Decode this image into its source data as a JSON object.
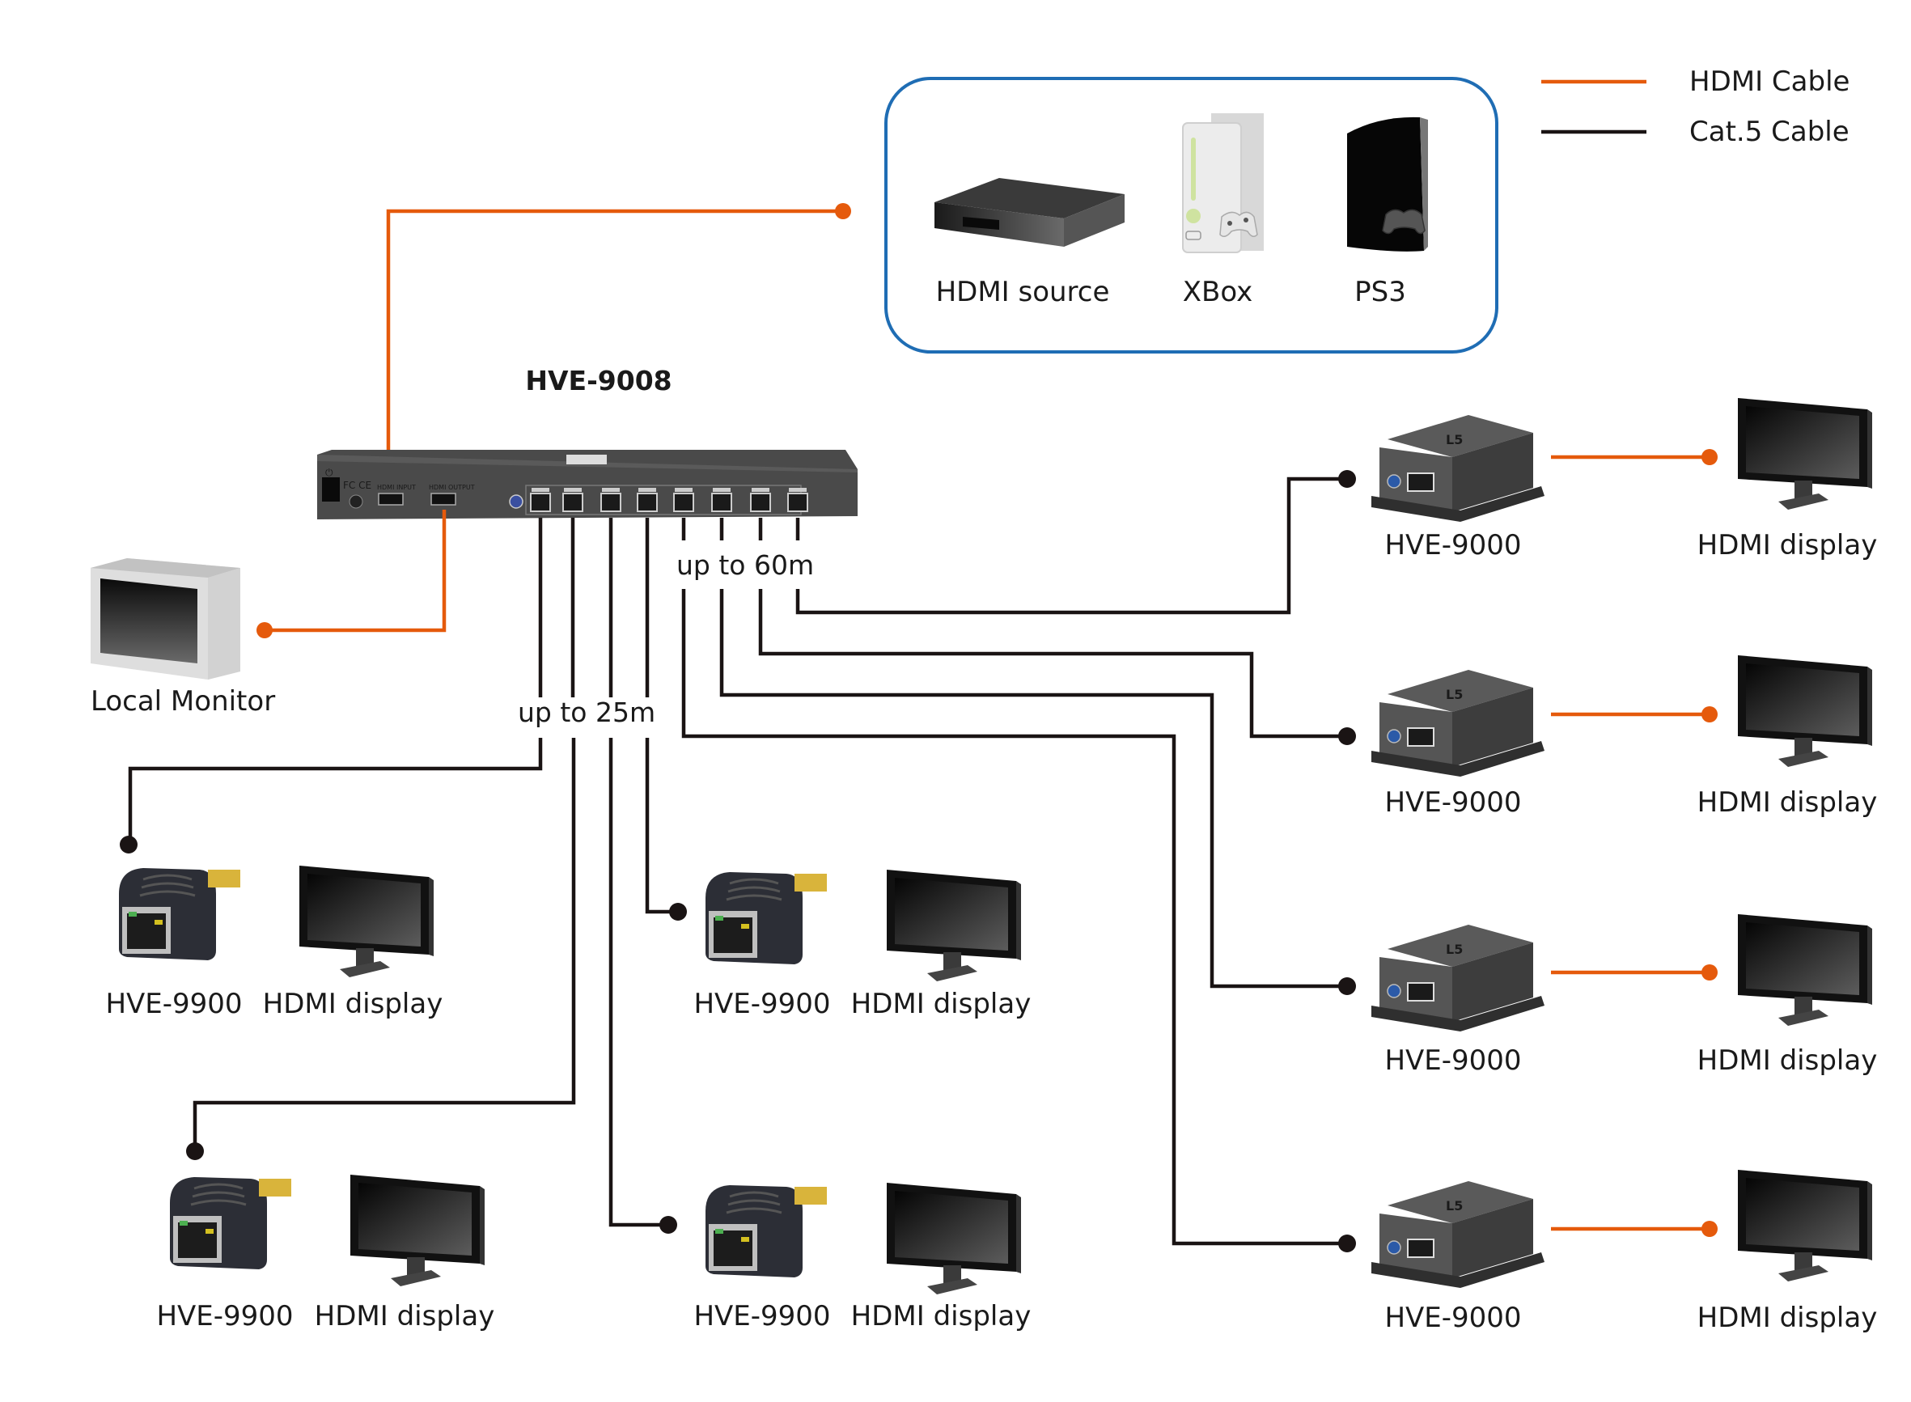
{
  "colors": {
    "hdmi_cable": "#e55a0c",
    "cat5_cable": "#1a1414",
    "source_box_border": "#1f6db4"
  },
  "legend": {
    "items": [
      {
        "label": "HDMI Cable",
        "type": "hdmi"
      },
      {
        "label": "Cat.5 Cable",
        "type": "cat5"
      }
    ]
  },
  "sources": {
    "items": [
      {
        "label": "HDMI source",
        "icon": "set-top-box-icon"
      },
      {
        "label": "XBox",
        "icon": "xbox-console-icon"
      },
      {
        "label": "PS3",
        "icon": "ps3-console-icon"
      }
    ]
  },
  "splitter": {
    "model": "HVE-9008",
    "ports": [
      "HDMI INPUT",
      "HDMI OUTPUT"
    ],
    "rj45_count": 8
  },
  "local_monitor": {
    "label": "Local Monitor"
  },
  "distances": {
    "short": "up to 25m",
    "long": "up to 60m"
  },
  "receivers_short": [
    {
      "model": "HVE-9900",
      "display": "HDMI display"
    },
    {
      "model": "HVE-9900",
      "display": "HDMI display"
    },
    {
      "model": "HVE-9900",
      "display": "HDMI display"
    },
    {
      "model": "HVE-9900",
      "display": "HDMI display"
    }
  ],
  "receivers_long": [
    {
      "model": "HVE-9000",
      "display": "HDMI display"
    },
    {
      "model": "HVE-9000",
      "display": "HDMI display"
    },
    {
      "model": "HVE-9000",
      "display": "HDMI display"
    },
    {
      "model": "HVE-9000",
      "display": "HDMI display"
    }
  ]
}
